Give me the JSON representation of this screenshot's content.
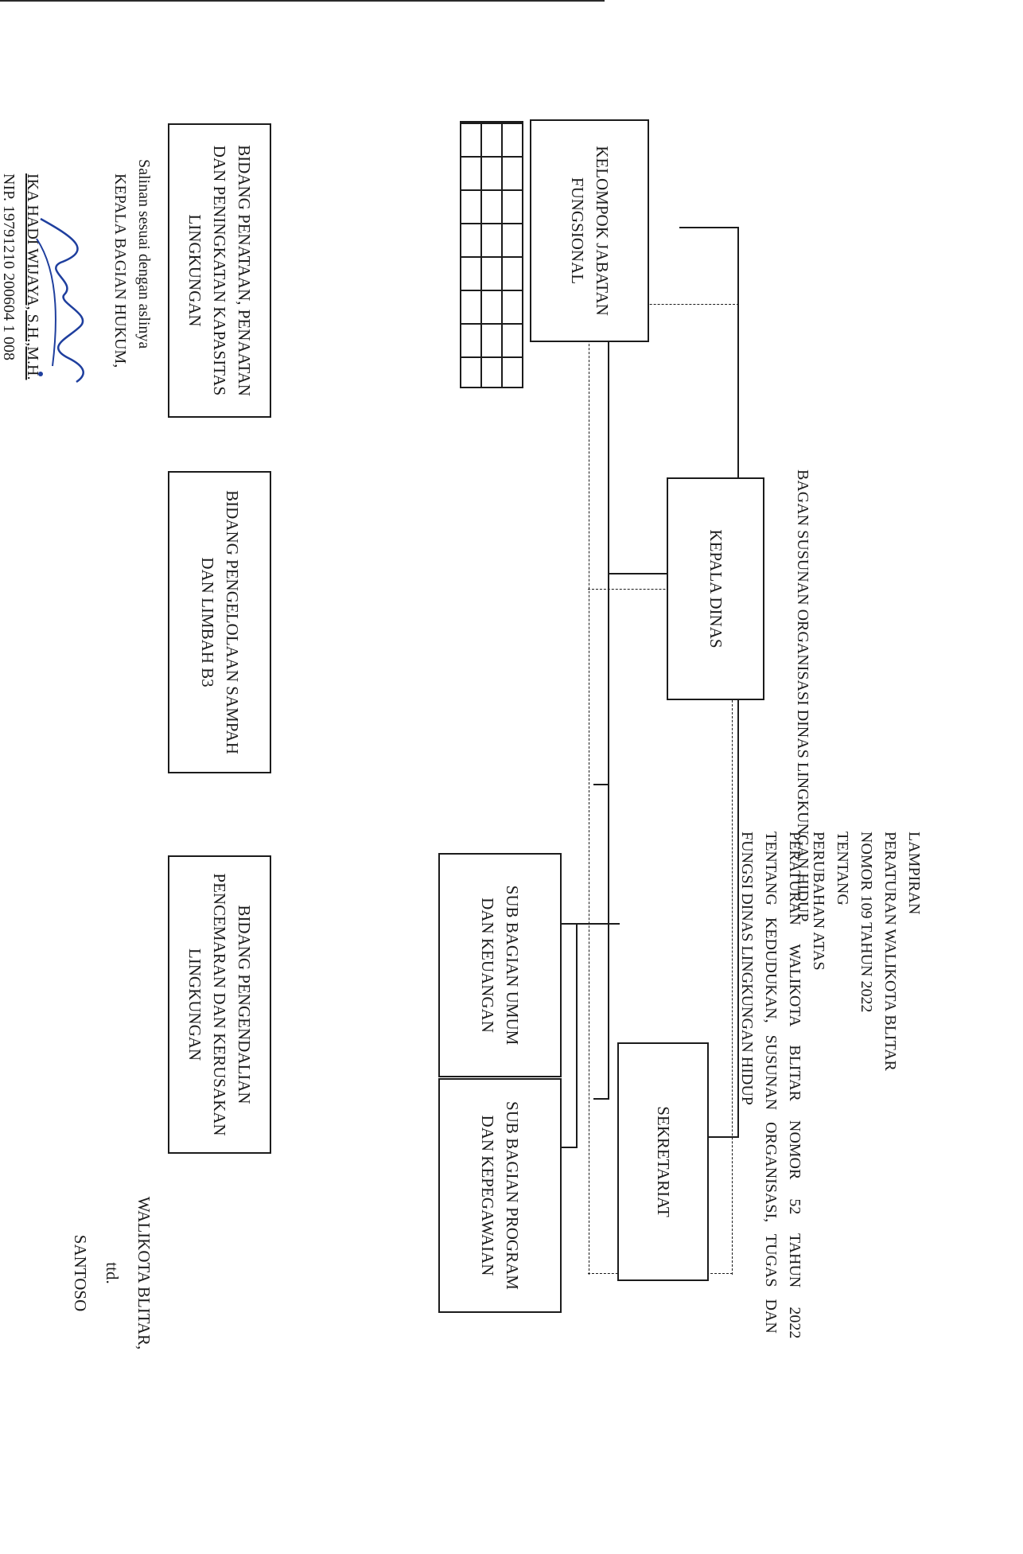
{
  "header": {
    "lines": [
      "LAMPIRAN",
      "PERATURAN WALIKOTA BLITAR",
      "NOMOR 109 TAHUN 2022",
      "TENTANG",
      "PERUBAHAN ATAS",
      "PERATURAN WALIKOTA BLITAR NOMOR 52 TAHUN 2022",
      "TENTANG KEDUDUKAN, SUSUNAN ORGANISASI, TUGAS DAN",
      "FUNGSI DINAS LINGKUNGAN HIDUP"
    ]
  },
  "title": "BAGAN SUSUNAN ORGANISASI DINAS LINGKUNGAN HIDUP",
  "org": {
    "kepala": "KEPALA DINAS",
    "sekretariat": "SEKRETARIAT",
    "sub_program": [
      "SUB BAGIAN PROGRAM",
      "DAN KEPEGAWAIAN"
    ],
    "sub_umum": [
      "SUB BAGIAN UMUM",
      "DAN KEUANGAN"
    ],
    "fungsional": [
      "KELOMPOK JABATAN",
      "FUNGSIONAL"
    ],
    "bidang_penataan": [
      "BIDANG PENATAAN, PENAATAN",
      "DAN PENINGKATAN KAPASITAS",
      "LINGKUNGAN"
    ],
    "bidang_sampah": [
      "BIDANG PENGELOLAAN SAMPAH",
      "DAN LIMBAH B3"
    ],
    "bidang_pengendalian": [
      "BIDANG PENGENDALIAN",
      "PENCEMARAN DAN KERUSAKAN",
      "LINGKUNGAN"
    ]
  },
  "signature": {
    "office": "WALIKOTA BLITAR,",
    "ttd": "ttd.",
    "name": "SANTOSO"
  },
  "certification": {
    "line1": "Salinan sesuai dengan aslinya",
    "line2": "KEPALA BAGIAN HUKUM,",
    "name": "IKA HADI WIJAYA, S.H.,M.H.",
    "nip": "NIP. 19791210 200604 1 008"
  }
}
